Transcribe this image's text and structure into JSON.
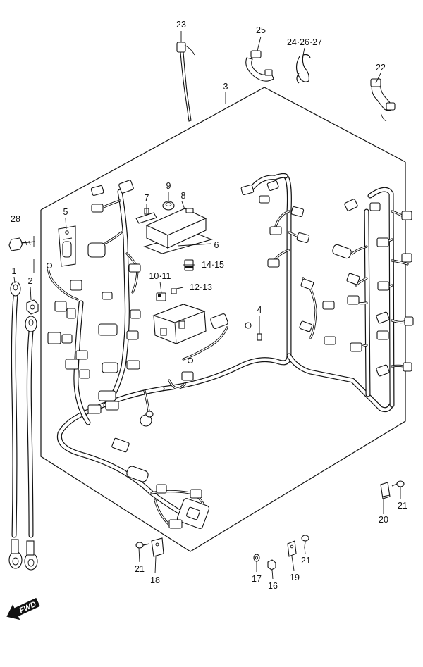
{
  "callouts": {
    "c1": "1",
    "c2": "2",
    "c3": "3",
    "c4": "4",
    "c5": "5",
    "c6": "6",
    "c7": "7",
    "c8": "8",
    "c9": "9",
    "c10_11": "10·11",
    "c12_13": "12·13",
    "c14_15": "14·15",
    "c16": "16",
    "c17": "17",
    "c18": "18",
    "c19": "19",
    "c20": "20",
    "c21a": "21",
    "c21b": "21",
    "c21c": "21",
    "c22": "22",
    "c23": "23",
    "c24_26_27": "24·26·27",
    "c25": "25",
    "c28": "28"
  },
  "direction_arrow": {
    "label": "FWD"
  }
}
